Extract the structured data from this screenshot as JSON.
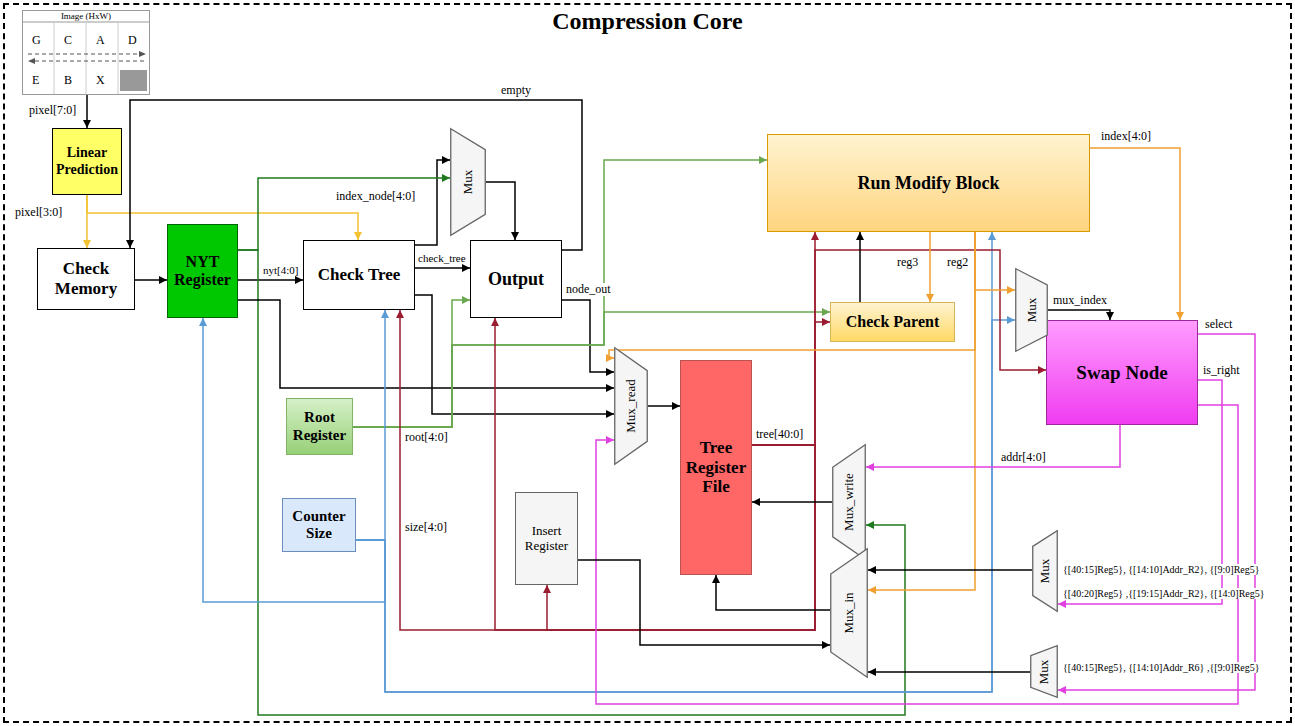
{
  "diagram": {
    "nodes": [
      {
        "text": [
          "Compression Core"
        ]
      },
      {
        "text": [
          "Image (HxW)"
        ],
        "in": 0
      },
      {
        "text": [
          "Linear Prediction"
        ],
        "in": 0
      },
      {
        "text": [
          "Check Memory"
        ],
        "in": 0
      },
      {
        "text": [
          "NYT Register"
        ],
        "in": 0
      },
      {
        "text": [
          "Check Tree"
        ],
        "in": 0
      },
      {
        "text": [
          "Output"
        ],
        "in": 0
      },
      {
        "text": [
          "Run Modify Block"
        ],
        "in": 0
      },
      {
        "text": [
          "Check Parent"
        ],
        "in": 0
      },
      {
        "text": [
          "Swap Node"
        ],
        "in": 0
      },
      {
        "text": [
          "Root Register"
        ],
        "in": 0
      },
      {
        "text": [
          "Counter Size"
        ],
        "in": 0
      },
      {
        "text": [
          "Insert Register"
        ],
        "in": 0
      },
      {
        "text": [
          "Tree Register File"
        ],
        "in": 0
      },
      {
        "text": [
          "Mux"
        ],
        "in": 0
      },
      {
        "text": [
          "Mux_read"
        ],
        "in": 0
      },
      {
        "text": [
          "Mux"
        ],
        "in": 0
      },
      {
        "text": [
          "Mux_write"
        ],
        "in": 0
      },
      {
        "text": [
          "Mux_in"
        ],
        "in": 0
      },
      {
        "text": [
          "Mux"
        ],
        "in": 0
      },
      {
        "text": [
          "Mux"
        ],
        "in": 0
      }
    ],
    "edges": [
      {
        "from": 1,
        "to": 2,
        "label": "pixel[7:0]",
        "arrow": "to"
      },
      {
        "from": 2,
        "to": 3,
        "label": "pixel[3:0]",
        "arrow": "to"
      },
      {
        "from": 2,
        "to": 5,
        "arrow": "to"
      },
      {
        "from": 6,
        "to": 3,
        "label": "empty",
        "arrow": "to"
      },
      {
        "from": 3,
        "to": 4,
        "arrow": "to"
      },
      {
        "from": 4,
        "to": 5,
        "label": "nyt[4:0]",
        "arrow": "to"
      },
      {
        "from": 5,
        "to": 6,
        "label": "check_tree",
        "arrow": "to"
      },
      {
        "from": 5,
        "to": 14,
        "label": "index_node[4:0]",
        "arrow": "to"
      },
      {
        "from": 14,
        "to": 6,
        "arrow": "to"
      },
      {
        "from": 4,
        "to": 14,
        "arrow": "to"
      },
      {
        "from": 4,
        "to": 17,
        "arrow": "to"
      },
      {
        "from": 4,
        "to": 15,
        "arrow": "to"
      },
      {
        "from": 5,
        "to": 15,
        "arrow": "to"
      },
      {
        "from": 6,
        "to": 15,
        "label": "node_out",
        "arrow": "to"
      },
      {
        "from": 15,
        "to": 13,
        "arrow": "to"
      },
      {
        "from": 10,
        "to": 6,
        "label": "root[4:0]",
        "arrow": "to"
      },
      {
        "from": 10,
        "to": 7,
        "arrow": "to"
      },
      {
        "from": 10,
        "to": 8,
        "arrow": "to"
      },
      {
        "from": 11,
        "to": 4,
        "label": "size[4:0]",
        "arrow": "to"
      },
      {
        "from": 11,
        "to": 5,
        "arrow": "to"
      },
      {
        "from": 11,
        "to": 7,
        "arrow": "to"
      },
      {
        "from": 11,
        "to": 16,
        "arrow": "to"
      },
      {
        "from": 13,
        "to": 7,
        "label": "tree[40:0]",
        "arrow": "to"
      },
      {
        "from": 13,
        "to": 8,
        "arrow": "to"
      },
      {
        "from": 13,
        "to": 9,
        "arrow": "to"
      },
      {
        "from": 13,
        "to": 5,
        "arrow": "to"
      },
      {
        "from": 13,
        "to": 6,
        "arrow": "to"
      },
      {
        "from": 13,
        "to": 12,
        "arrow": "to"
      },
      {
        "from": 8,
        "to": 7,
        "arrow": "to"
      },
      {
        "from": 7,
        "to": 8,
        "label": "reg3",
        "arrow": "to"
      },
      {
        "from": 7,
        "to": 16,
        "label": "reg2",
        "arrow": "to"
      },
      {
        "from": 7,
        "to": 18,
        "arrow": "to"
      },
      {
        "from": 7,
        "to": 15,
        "arrow": "to"
      },
      {
        "from": 7,
        "to": 9,
        "label": "index[4:0]",
        "arrow": "to"
      },
      {
        "from": 16,
        "to": 9,
        "label": "mux_index",
        "arrow": "to"
      },
      {
        "from": 9,
        "to": 17,
        "label": "addr[4:0]",
        "arrow": "to"
      },
      {
        "from": 9,
        "to": 19,
        "label": "is_right",
        "arrow": "to"
      },
      {
        "from": 9,
        "to": 20,
        "label": "select",
        "arrow": "to"
      },
      {
        "from": 9,
        "to": 15,
        "arrow": "to"
      },
      {
        "from": 19,
        "to": 18,
        "arrow": "to"
      },
      {
        "from": 20,
        "to": 18,
        "arrow": "to"
      },
      {
        "from": 17,
        "to": 13,
        "arrow": "to"
      },
      {
        "from": 18,
        "to": 13,
        "arrow": "to"
      },
      {
        "from": 12,
        "to": 18,
        "arrow": "to"
      }
    ],
    "labels": [
      "G",
      "C",
      "A",
      "D",
      "E",
      "B",
      "X",
      "{[40:15]Reg5}, {[14:10]Addr_R2}, {[9:0]Reg5}",
      "{[40:20]Reg5} ,{[19:15]Addr_R2}, {[14:0]Reg5}",
      "{[40:15]Reg5}, {[14:10]Addr_R6} ,{[9:0]Reg5}"
    ]
  }
}
